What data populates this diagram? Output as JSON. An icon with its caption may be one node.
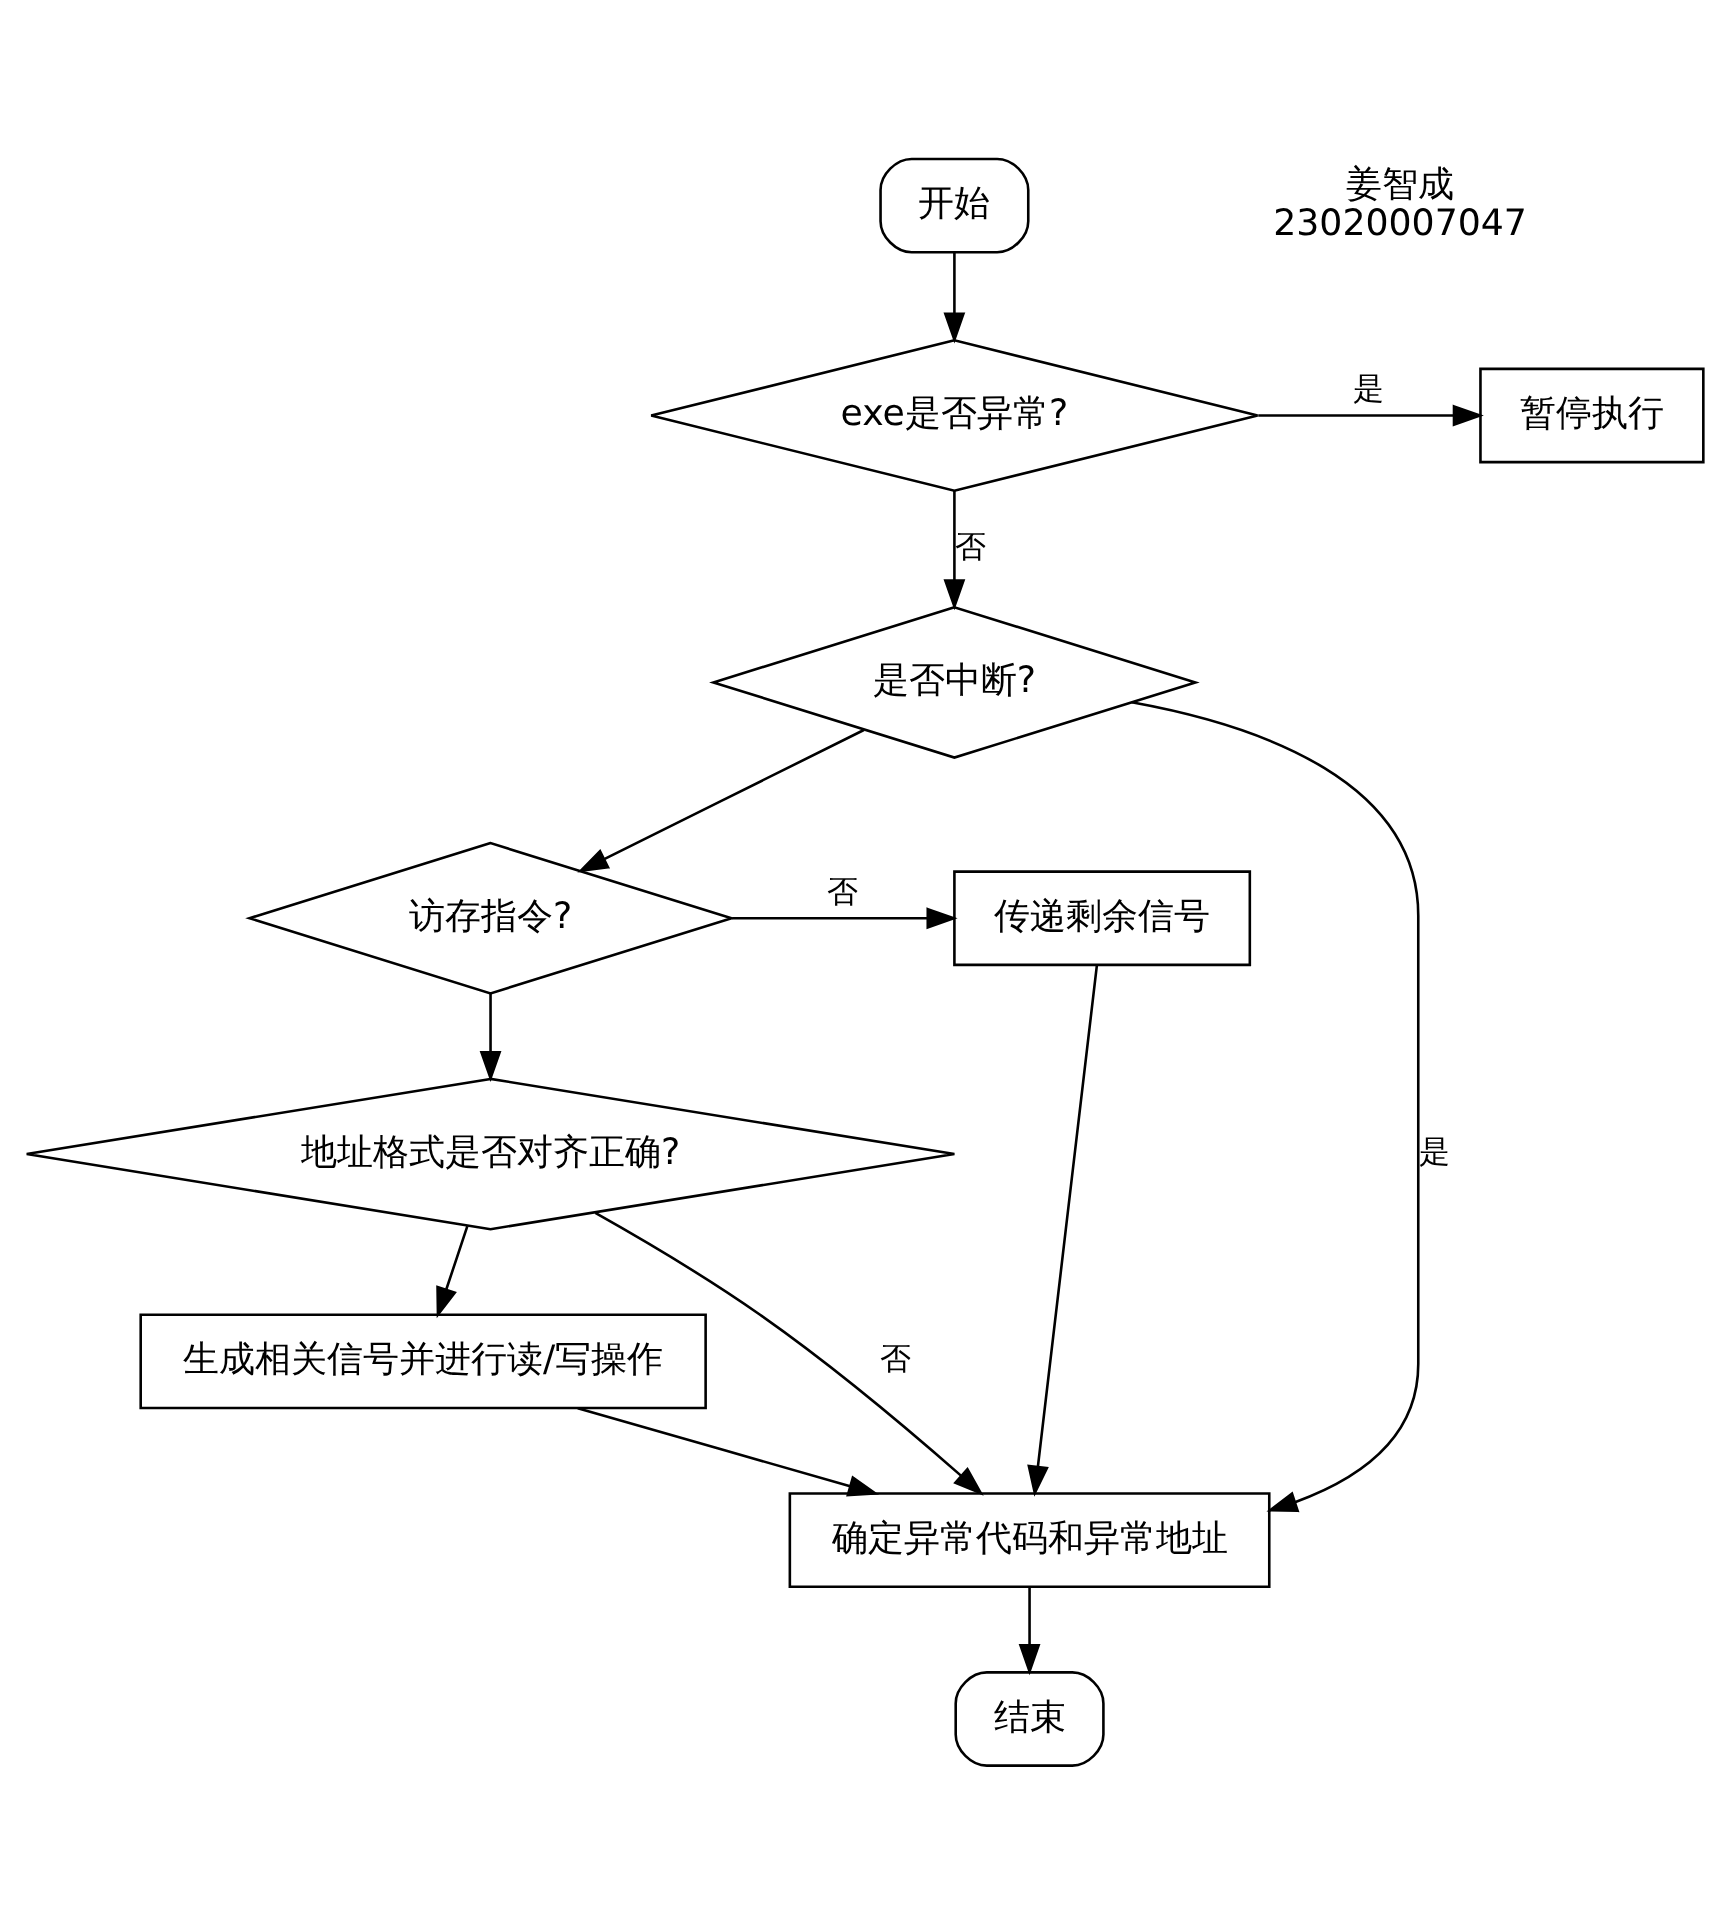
{
  "diagram": {
    "nodes": [
      {
        "text": [
          "开始"
        ]
      },
      {
        "text": [
          "exe是否异常?"
        ]
      },
      {
        "text": [
          "暂停执行"
        ]
      },
      {
        "text": [
          "是否中断?"
        ]
      },
      {
        "text": [
          "访存指令?"
        ]
      },
      {
        "text": [
          "传递剩余信号"
        ]
      },
      {
        "text": [
          "地址格式是否对齐正确?"
        ]
      },
      {
        "text": [
          "生成相关信号并进行读/写操作"
        ]
      },
      {
        "text": [
          "确定异常代码和异常地址"
        ]
      },
      {
        "text": [
          "结束"
        ]
      }
    ],
    "edges": [
      {
        "from": 0,
        "to": 1,
        "arrow": "to"
      },
      {
        "from": 1,
        "to": 2,
        "arrow": "to",
        "label": "是"
      },
      {
        "from": 1,
        "to": 3,
        "arrow": "to",
        "label": "否"
      },
      {
        "from": 3,
        "to": 8,
        "arrow": "to",
        "label": "是"
      },
      {
        "from": 3,
        "to": 4,
        "arrow": "to"
      },
      {
        "from": 4,
        "to": 5,
        "arrow": "to",
        "label": "否"
      },
      {
        "from": 5,
        "to": 8,
        "arrow": "to"
      },
      {
        "from": 4,
        "to": 6,
        "arrow": "to"
      },
      {
        "from": 6,
        "to": 8,
        "arrow": "to",
        "label": "否"
      },
      {
        "from": 6,
        "to": 7,
        "arrow": "to"
      },
      {
        "from": 7,
        "to": 8,
        "arrow": "to"
      },
      {
        "from": 8,
        "to": 9,
        "arrow": "to"
      }
    ],
    "labels": [
      "姜智成",
      "23020007047"
    ]
  }
}
